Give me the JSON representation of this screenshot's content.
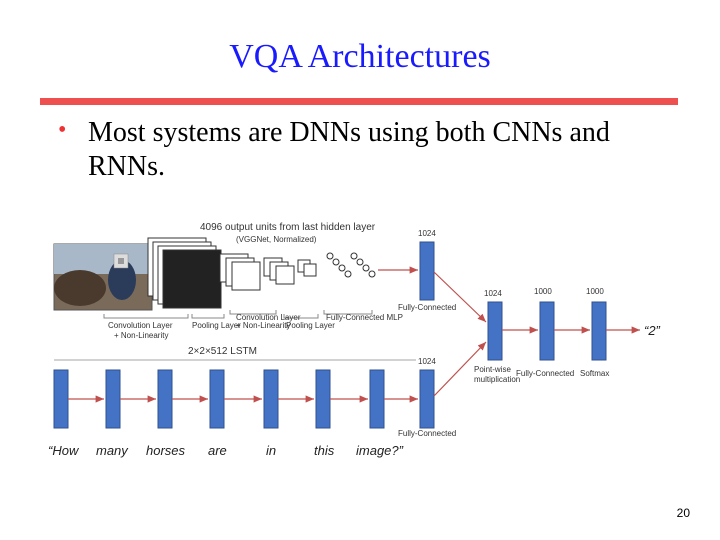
{
  "slide": {
    "title": "VQA Architectures",
    "bullet": "Most systems are DNNs using both CNNs and RNNs.",
    "page_number": "20"
  },
  "diagram": {
    "cnn_label": "4096 output units from last hidden layer",
    "cnn_sublabel": "(VGGNet, Normalized)",
    "conv_label_1": "Convolution Layer",
    "conv_label_2": "+ Non-Linearity",
    "pool_label": "Pooling Layer",
    "conv2_label_1": "Convolution Layer",
    "conv2_label_2": "+ Non-Linearity",
    "pool2_label": "Pooling Layer",
    "mlp_label": "Fully-Connected MLP",
    "lstm_label": "2×2×512 LSTM",
    "fc_top_dim": "1024",
    "fc_top_label": "Fully-Connected",
    "fc_bottom_dim": "1024",
    "fc_bottom_label": "Fully-Connected",
    "merge_dim": "1024",
    "merge_label_1": "Point-wise",
    "merge_label_2": "multiplication",
    "fc_mid_dim": "1000",
    "fc_mid_label": "Fully-Connected",
    "softmax_dim": "1000",
    "softmax_label": "Softmax",
    "answer": "“2”",
    "question_words": [
      "“How",
      "many",
      "horses",
      "are",
      "in",
      "this",
      "image?”"
    ],
    "colors": {
      "block": "#4472c4",
      "block_edge": "#2f528f",
      "arrow": "#c0504d"
    }
  }
}
